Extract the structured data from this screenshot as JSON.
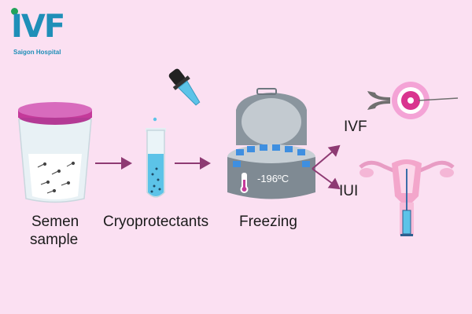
{
  "logo": {
    "name": "IVF",
    "subtitle": "Saigon Hospital",
    "colors": {
      "text": "#1f8fb8",
      "dot": "#22a35a"
    }
  },
  "steps": [
    {
      "id": "semen-sample",
      "label_line1": "Semen",
      "label_line2": "sample",
      "icon": "specimen-cup-icon"
    },
    {
      "id": "cryoprotectants",
      "label": "Cryoprotectants",
      "icon": "test-tube-dropper-icon"
    },
    {
      "id": "freezing",
      "label": "Freezing",
      "temperature": "-196ºC",
      "icon": "cryo-tank-icon"
    }
  ],
  "outcomes": [
    {
      "id": "ivf",
      "label": "IVF",
      "icon": "egg-injection-icon"
    },
    {
      "id": "iui",
      "label": "IUI",
      "icon": "uterus-catheter-icon"
    }
  ],
  "colors": {
    "background": "#fbe0f2",
    "arrow": "#8e3a73",
    "accent_pink": "#c43a9a",
    "liquid_blue": "#5cc3e8",
    "tank_gray": "#7f8a93"
  }
}
